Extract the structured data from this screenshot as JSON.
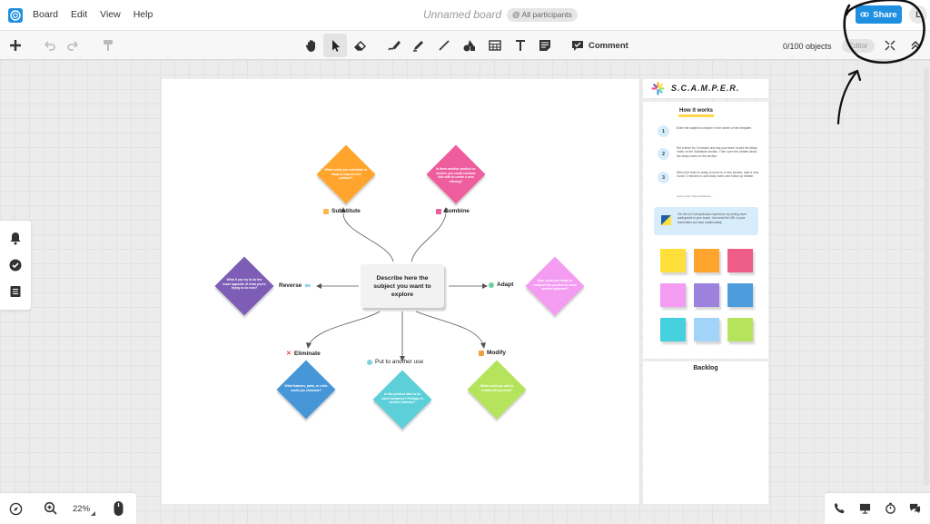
{
  "menubar": {
    "items": [
      "Board",
      "Edit",
      "View",
      "Help"
    ],
    "board_title": "Unnamed board",
    "participants": "@ All participants",
    "share_label": "Share",
    "avatar_initial": "L"
  },
  "toolbar": {
    "comment_label": "Comment",
    "object_count": "0/100 objects",
    "mode": "Editor"
  },
  "board": {
    "center_text": "Describe here the subject you want to explore",
    "branches": [
      {
        "id": "substitute",
        "label": "Substitute",
        "question": "What could you substitute or swap to improve the product?",
        "color": "#ffa52e"
      },
      {
        "id": "combine",
        "label": "Combine",
        "question": "Is there another product or service you could combine this with to create a new offering?",
        "color": "#ee5d9e"
      },
      {
        "id": "adapt",
        "label": "Adapt",
        "question": "How could you adapt or readjust this product to serve another purpose?",
        "color": "#f39cf2"
      },
      {
        "id": "modify",
        "label": "Modify",
        "question": "What could you add to modify this product?",
        "color": "#b5e45c"
      },
      {
        "id": "put_to_use",
        "label": "Put to another use",
        "question": "Is this product able to be used elsewhere? Perhaps in another industry?",
        "color": "#5ccfd8"
      },
      {
        "id": "eliminate",
        "label": "Eliminate",
        "question": "What features, parts, or rules could you eliminate?",
        "color": "#4797d8"
      },
      {
        "id": "reverse",
        "label": "Reverse",
        "question": "What if you try to do the exact opposite of what you're trying to do now?",
        "color": "#7d5db5"
      }
    ]
  },
  "panel": {
    "title": "S.C.A.M.P.E.R.",
    "how_title": "How it works",
    "steps": [
      {
        "num": "1",
        "text": "Enter the subject to explore in the center of the template."
      },
      {
        "num": "2",
        "text": "Set a timer for 3 minutes and ask your team to add the sticky notes on the Substitute section. Then open the debate about the sticky notes on the section."
      },
      {
        "num": "3",
        "text": "When the team is ready to move to a new section, start a new round: 3 minutes to add sticky notes and follow up debate."
      }
    ],
    "learn_more": "Learn more: https://scamper...",
    "promo_text": "Get the full Conceptboard experience by inviting more participants to your board. Just send the URL to your teammates and start collaborating!",
    "sticky_colors": [
      "#ffdf3a",
      "#ffa52e",
      "#ee5d86",
      "#f39cf2",
      "#9c82dc",
      "#4d9ddd",
      "#45d0dd",
      "#a2d4fa",
      "#b5e45c"
    ],
    "backlog_title": "Backlog"
  },
  "bottom": {
    "zoom": "22%"
  }
}
